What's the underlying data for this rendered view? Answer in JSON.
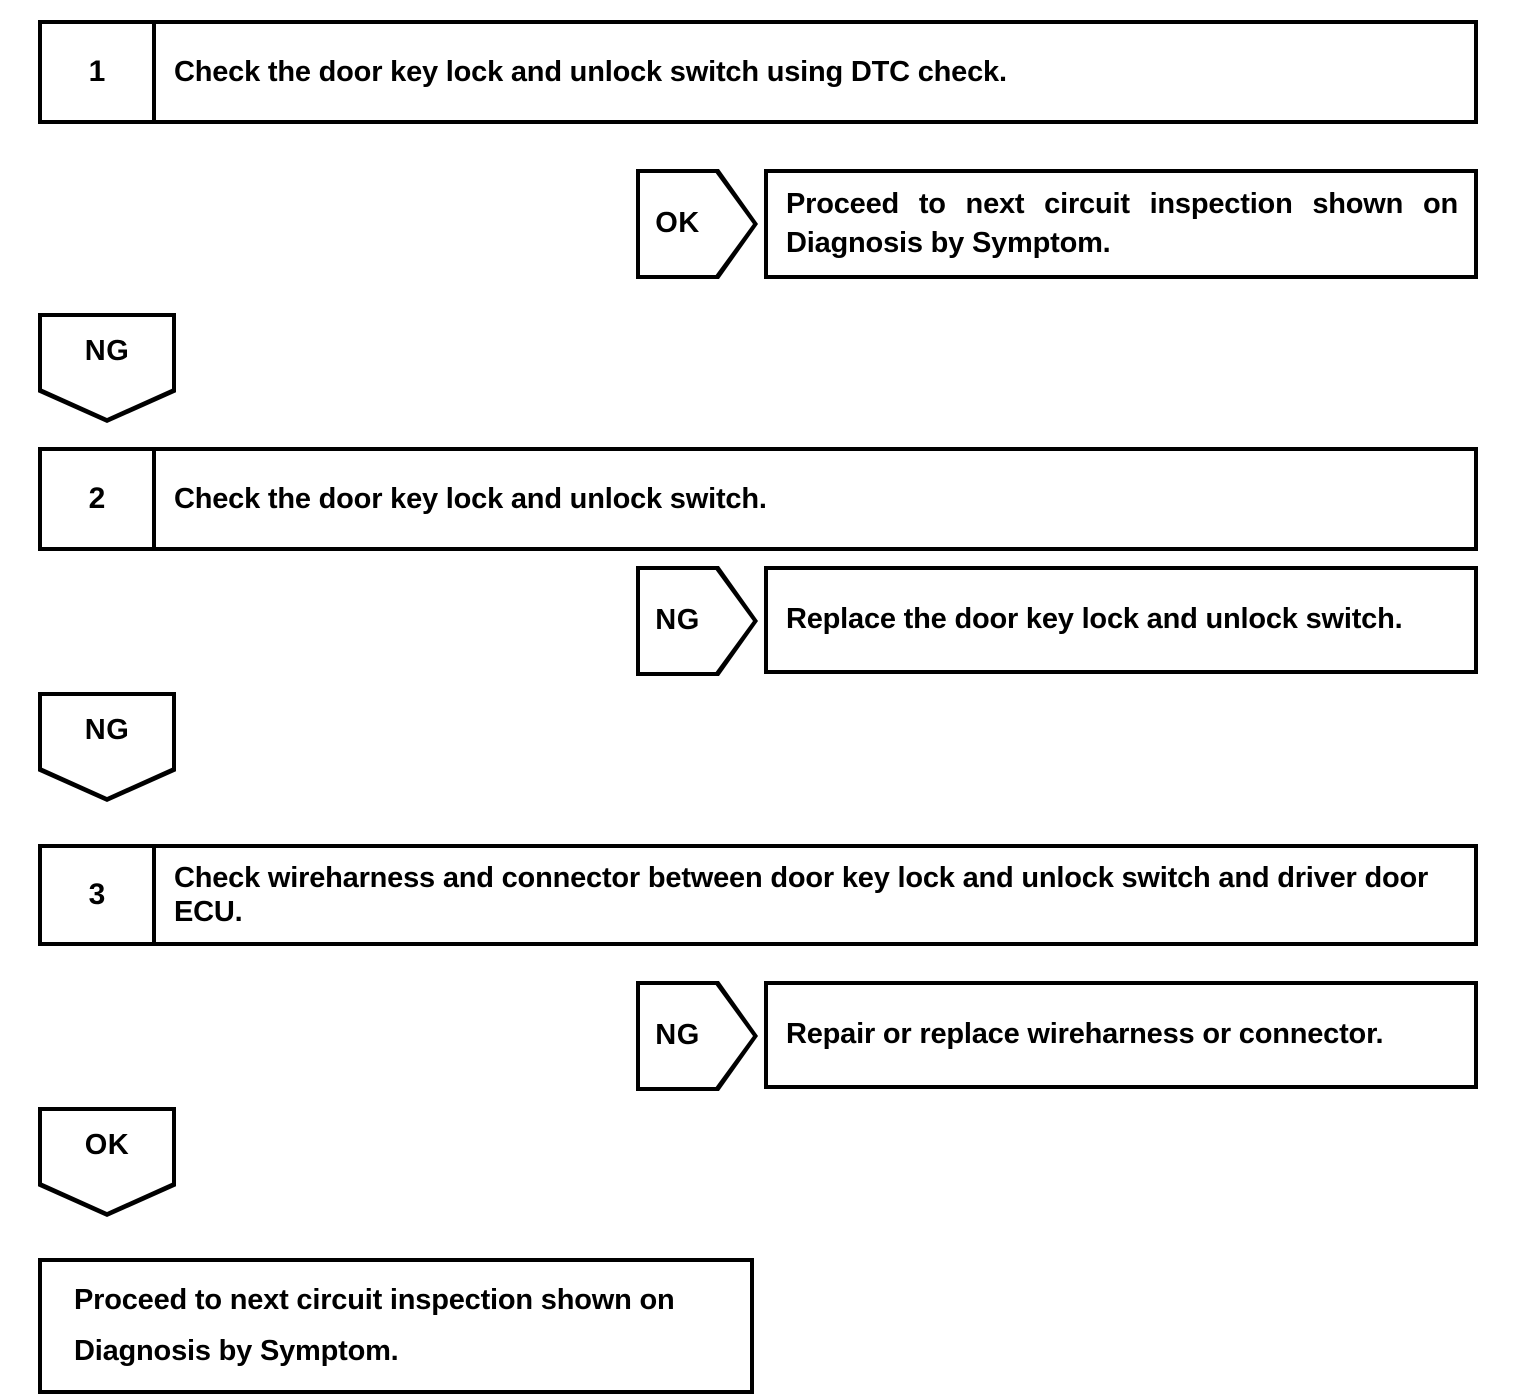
{
  "diagram": {
    "type": "diagnostic-flowchart",
    "steps": [
      {
        "number": "1",
        "text": "Check the door key lock and unlock switch using DTC check.",
        "branch": {
          "label": "OK",
          "direction": "right",
          "result_lines": [
            "Proceed to next circuit inspection shown on",
            "Diagnosis by Symptom."
          ]
        },
        "continue": {
          "label": "NG",
          "direction": "down"
        }
      },
      {
        "number": "2",
        "text": "Check the door key lock and unlock switch.",
        "branch": {
          "label": "NG",
          "direction": "right",
          "result_lines": [
            "Replace the door key lock and unlock switch."
          ]
        },
        "continue": {
          "label": "NG",
          "direction": "down"
        }
      },
      {
        "number": "3",
        "text": "Check wireharness and connector between door key lock and unlock switch and driver door ECU.",
        "branch": {
          "label": "NG",
          "direction": "right",
          "result_lines": [
            "Repair or replace wireharness or connector."
          ]
        },
        "continue": {
          "label": "OK",
          "direction": "down"
        }
      }
    ],
    "final": {
      "lines": [
        "Proceed to next circuit inspection shown on",
        "Diagnosis by Symptom."
      ]
    },
    "colors": {
      "stroke": "#000000",
      "fill": "#ffffff",
      "text": "#000000"
    }
  }
}
